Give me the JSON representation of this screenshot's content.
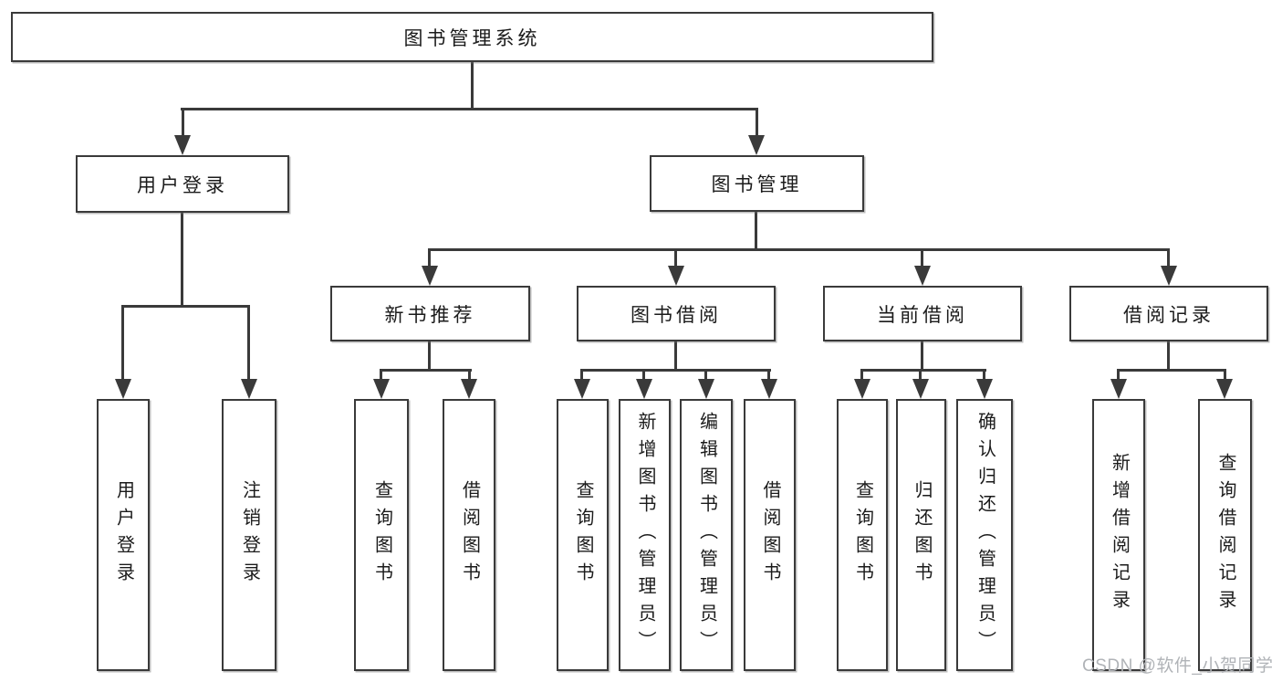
{
  "diagram": {
    "root": "图书管理系统",
    "user_login": {
      "label": "用户登录",
      "children": [
        "用户登录",
        "注销登录"
      ]
    },
    "book_management": {
      "label": "图书管理",
      "sections": [
        {
          "label": "新书推荐",
          "children": [
            "查询图书",
            "借阅图书"
          ]
        },
        {
          "label": "图书借阅",
          "children": [
            "查询图书",
            "新增图书（管理员）",
            "编辑图书（管理员）",
            "借阅图书"
          ]
        },
        {
          "label": "当前借阅",
          "children": [
            "查询图书",
            "归还图书",
            "确认归还（管理员）"
          ]
        },
        {
          "label": "借阅记录",
          "children": [
            "新增借阅记录",
            "查询借阅记录"
          ]
        }
      ]
    }
  },
  "watermark": "CSDN @软件_小贺同学",
  "colors": {
    "line": "#3a3a3a",
    "text": "#1b1b1b",
    "watermark": "#b0b3b7",
    "background": "#ffffff"
  }
}
